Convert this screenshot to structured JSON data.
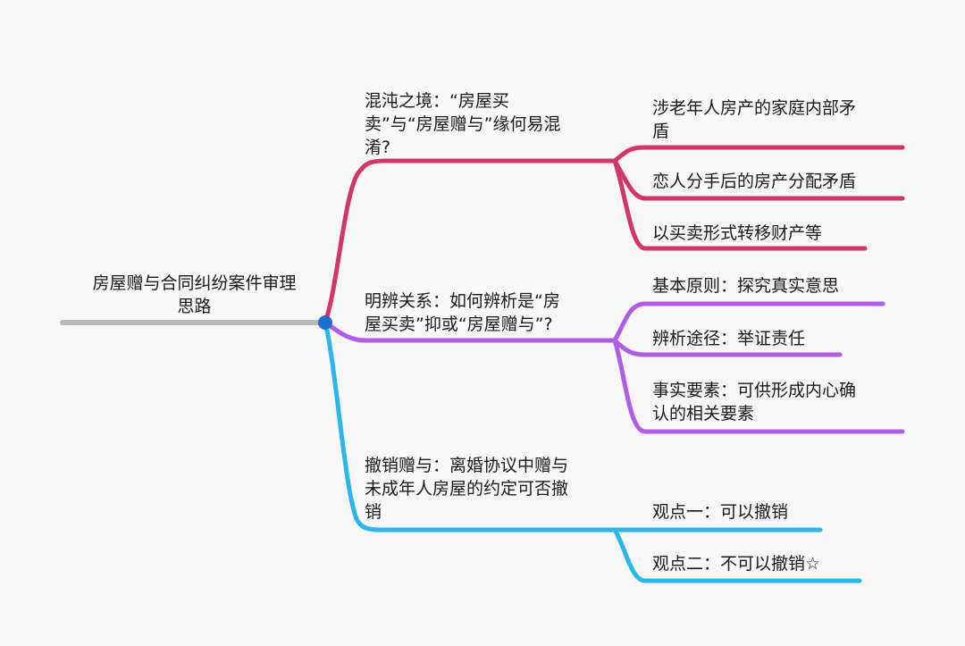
{
  "root": {
    "lines": [
      "房屋赠与合同纠纷案件审理",
      "思路"
    ]
  },
  "colors": {
    "root_line": "#b8b8b8",
    "root_node": "#1f6fd1",
    "branch_1": "#d23669",
    "branch_2": "#b15be6",
    "branch_3": "#2bb6ea"
  },
  "branches": [
    {
      "lines": [
        "混沌之境：“房屋买",
        "卖”与“房屋赠与”缘何易混",
        "淆?"
      ],
      "children": [
        {
          "lines": [
            "涉老年人房产的家庭内部矛",
            "盾"
          ]
        },
        {
          "lines": [
            "恋人分手后的房产分配矛盾"
          ]
        },
        {
          "lines": [
            "以买卖形式转移财产等"
          ]
        }
      ]
    },
    {
      "lines": [
        "明辨关系：如何辨析是“房",
        "屋买卖”抑或“房屋赠与”?"
      ],
      "children": [
        {
          "lines": [
            "基本原则：探究真实意思"
          ]
        },
        {
          "lines": [
            "辨析途径：举证责任"
          ]
        },
        {
          "lines": [
            "事实要素：可供形成内心确",
            "认的相关要素"
          ]
        }
      ]
    },
    {
      "lines": [
        "撤销赠与：离婚协议中赠与",
        "未成年人房屋的约定可否撤",
        "销"
      ],
      "children": [
        {
          "lines": [
            "观点一：可以撤销"
          ]
        },
        {
          "lines": [
            "观点二：不可以撤销☆"
          ]
        }
      ]
    }
  ]
}
